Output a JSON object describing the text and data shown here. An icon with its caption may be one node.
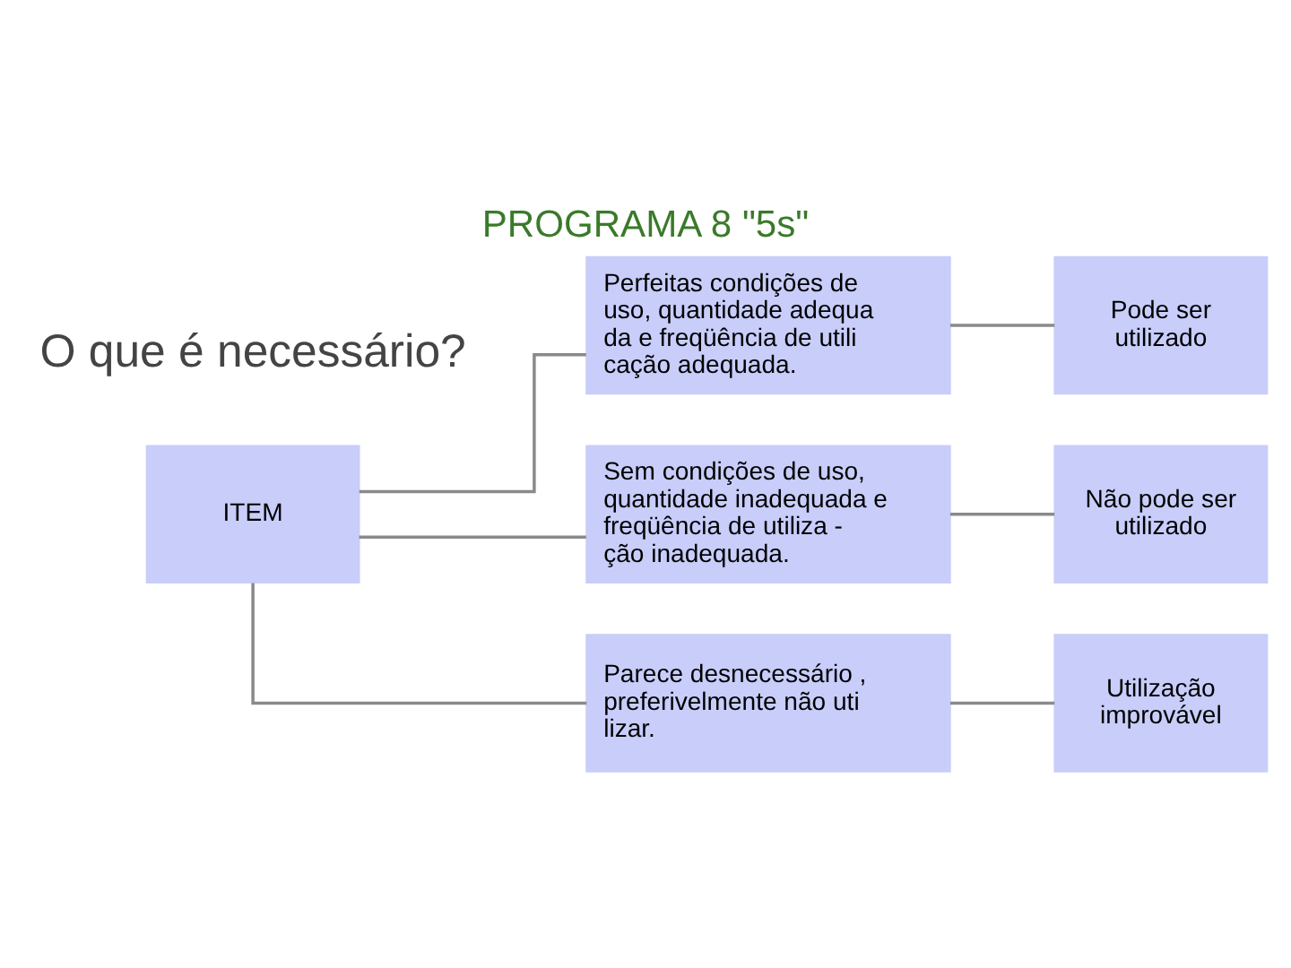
{
  "diagram": {
    "title": "PROGRAMA 8 \"5s\"",
    "nodes": [
      {
        "text": [
          "ITEM"
        ]
      },
      {
        "text": [
          "Perfeitas condições de uso, quantidade adequa da e freqüência de utili cação adequada."
        ]
      },
      {
        "text": [
          "Sem condições de uso, quantidade inadequada e freqüência de utiliza - ção inadequada."
        ]
      },
      {
        "text": [
          "Parece desnecessário , preferivelmente não uti lizar."
        ]
      },
      {
        "text": [
          "Pode ser utilizado"
        ]
      },
      {
        "text": [
          "Não pode ser utilizado"
        ]
      },
      {
        "text": [
          "Utilização improvável"
        ]
      }
    ],
    "edges": [
      {
        "from": 0,
        "to": 1,
        "arrow": "none"
      },
      {
        "from": 0,
        "to": 2,
        "arrow": "none"
      },
      {
        "from": 0,
        "to": 3,
        "arrow": "none"
      },
      {
        "from": 1,
        "to": 4,
        "arrow": "none"
      },
      {
        "from": 2,
        "to": 5,
        "arrow": "none"
      },
      {
        "from": 3,
        "to": 6,
        "arrow": "none"
      }
    ],
    "labels": [
      "O que é necessário?"
    ]
  }
}
